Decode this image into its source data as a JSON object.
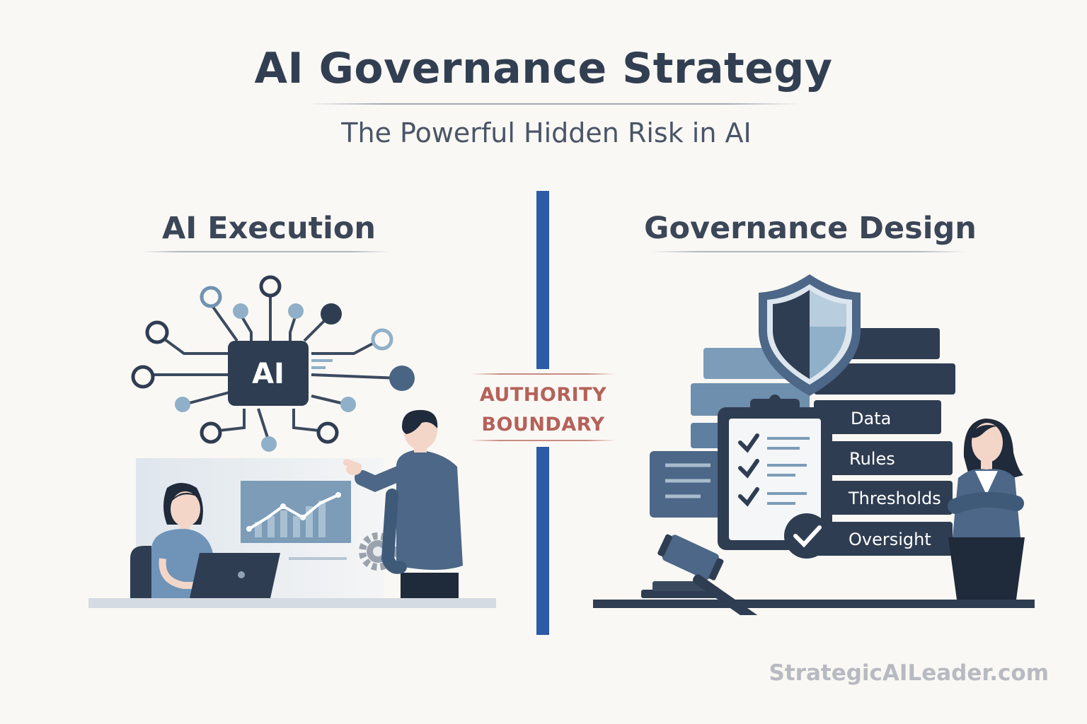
{
  "title": "AI Governance Strategy",
  "subtitle": "The Powerful Hidden Risk in AI",
  "left": {
    "heading": "AI Execution",
    "chip_label": "AI"
  },
  "divider": {
    "label_line1": "AUTHORITY",
    "label_line2": "BOUNDARY"
  },
  "right": {
    "heading": "Governance Design",
    "layers": [
      "Data",
      "Rules",
      "Thresholds",
      "Oversight"
    ]
  },
  "watermark": "StrategicAILeader.com",
  "colors": {
    "navy": "#2f3d52",
    "slate_blue": "#5b7c9d",
    "light_blue": "#8fb0c8",
    "divider_blue": "#2d5ca6",
    "accent_red": "#b5615a",
    "background": "#faf8f4"
  }
}
